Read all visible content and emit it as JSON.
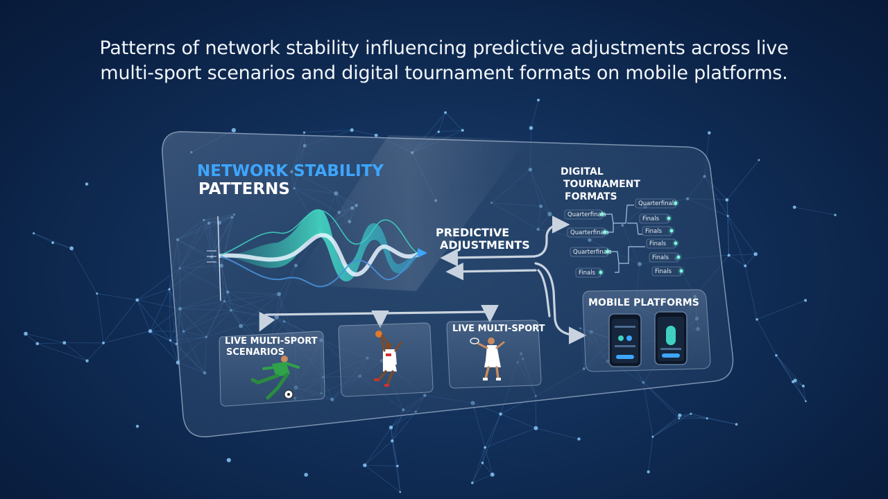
{
  "headline": {
    "line1": "Patterns of network stability influencing predictive adjustments across live",
    "line2": "multi-sport scenarios and digital tournament formats on mobile platforms."
  },
  "panel": {
    "title_line1": "NETWORK STABILITY",
    "title_line2": "PATTERNS",
    "predictive_line1": "PREDICTIVE",
    "predictive_line2": "ADJUSTMENTS",
    "tournament_line1": "DIGITAL",
    "tournament_line2": "TOURNAMENT",
    "tournament_line3": "FORMATS",
    "mobile_title": "MOBILE PLATFORMS",
    "sport_card1_line1": "LIVE MULTI-SPORT",
    "sport_card1_line2": "SCENARIOS",
    "sport_card3_line1": "LIVE MULTI-SPORT"
  },
  "bracket": {
    "left": [
      "Quarterfinals",
      "Quarterfinals",
      "Quarterfinals",
      "Finals"
    ],
    "right": [
      "Quarterfinals",
      "Finals",
      "Finals",
      "Finals",
      "Finals",
      "Finals"
    ]
  },
  "colors": {
    "title_accent": "#3ea6ff",
    "wave_teal": "#3fd1c0",
    "wave_white": "#e8f4ff",
    "wave_blue": "#4a90d9",
    "arrow": "#c9d3df",
    "node": "#7fffe0"
  },
  "icons": [
    "soccer-player-icon",
    "basketball-player-icon",
    "tennis-player-icon",
    "phone-icon"
  ]
}
